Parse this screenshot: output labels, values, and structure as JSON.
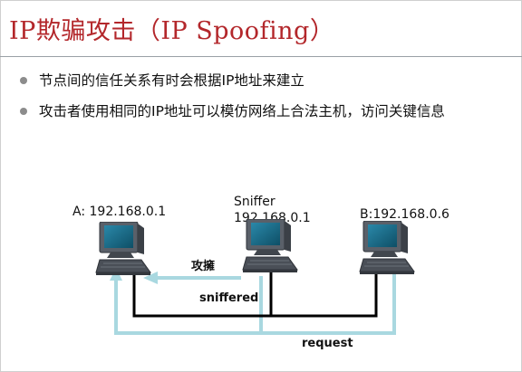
{
  "slide": {
    "title": "IP欺骗攻击（IP Spoofing）",
    "bullets": [
      "节点间的信任关系有时会根据IP地址来建立",
      "攻击者使用相同的IP地址可以模仿网络上合法主机，访问关键信息"
    ]
  },
  "diagram": {
    "hosts": [
      {
        "name_line1": "A: 192.168.0.1",
        "name_line2": ""
      },
      {
        "name_line1": "Sniffer",
        "name_line2": "192.168.0.1"
      },
      {
        "name_line1": "B:192.168.0.6",
        "name_line2": ""
      }
    ],
    "arrow_attack_label": "攻擁",
    "sniffed_label": "sniffered",
    "request_label": "request"
  },
  "colors": {
    "title": "#b3272b",
    "flow_line": "#a9d8e0",
    "network_line": "#000000",
    "bullet_dot": "#8c8c8c",
    "computer_body": "#4a4f57",
    "screen": "#1f6f8f"
  }
}
